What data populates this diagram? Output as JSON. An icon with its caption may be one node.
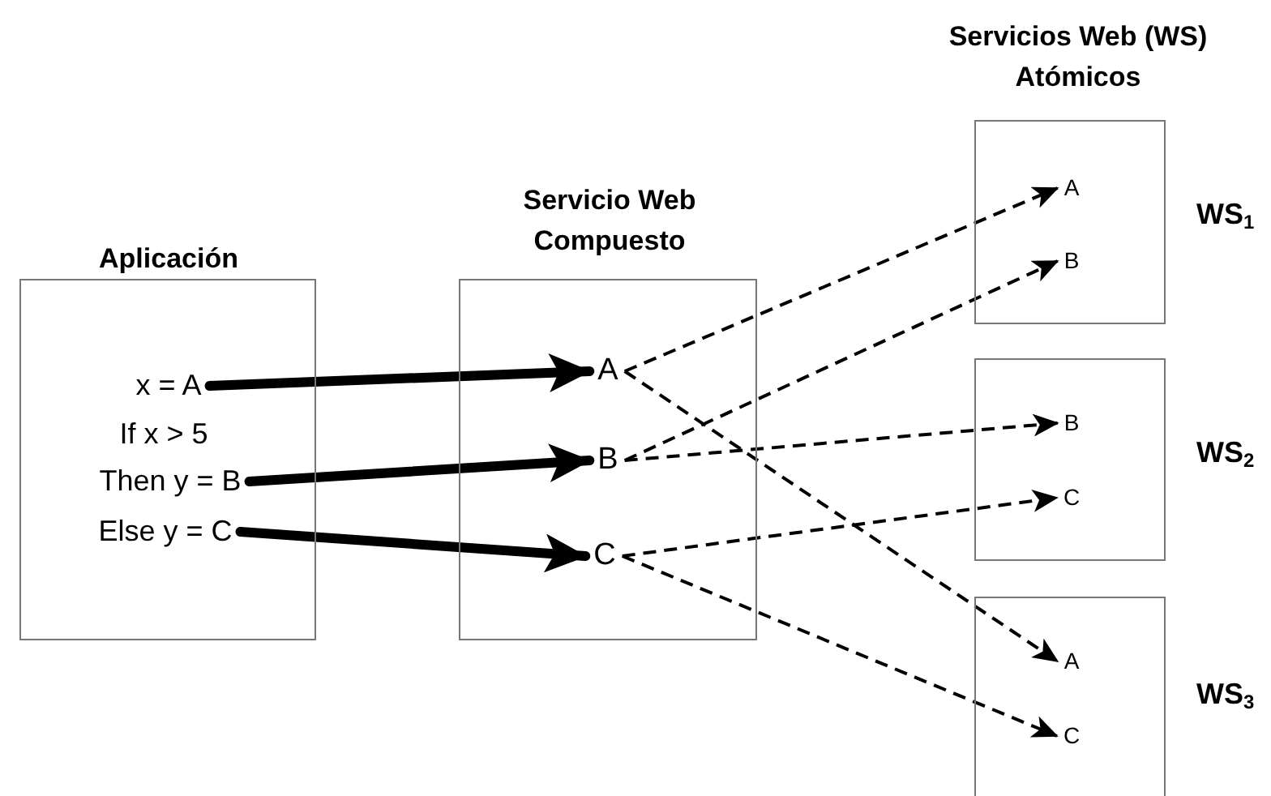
{
  "diagram": {
    "nodes": [
      {
        "text": [
          "Aplicación"
        ]
      },
      {
        "text": [
          "x = A"
        ],
        "in": 0
      },
      {
        "text": [
          "Then y = B"
        ],
        "in": 0
      },
      {
        "text": [
          "Else y = C"
        ],
        "in": 0
      },
      {
        "text": [
          "Servicio Web Compuesto"
        ]
      },
      {
        "text": [
          "A"
        ],
        "in": 4
      },
      {
        "text": [
          "B"
        ],
        "in": 4
      },
      {
        "text": [
          "C"
        ],
        "in": 4
      },
      {
        "text": [],
        "shape": "box",
        "beside": [
          "WS$_{1}$"
        ]
      },
      {
        "text": [
          "A"
        ],
        "in": 8
      },
      {
        "text": [
          "B"
        ],
        "in": 8
      },
      {
        "text": [],
        "shape": "box",
        "beside": [
          "WS$_{2}$"
        ]
      },
      {
        "text": [
          "B"
        ],
        "in": 11
      },
      {
        "text": [
          "C"
        ],
        "in": 11
      },
      {
        "text": [],
        "shape": "box",
        "beside": [
          "WS$_{3}$"
        ]
      },
      {
        "text": [
          "A"
        ],
        "in": 14
      },
      {
        "text": [
          "C"
        ],
        "in": 14
      }
    ],
    "edges": [
      {
        "from": 1,
        "to": 5,
        "arrow": "to",
        "style": "thick"
      },
      {
        "from": 2,
        "to": 6,
        "arrow": "to",
        "style": "thick"
      },
      {
        "from": 3,
        "to": 7,
        "arrow": "to",
        "style": "thick"
      },
      {
        "from": 5,
        "to": 9,
        "arrow": "to",
        "style": "dashed"
      },
      {
        "from": 5,
        "to": 15,
        "arrow": "to",
        "style": "dashed"
      },
      {
        "from": 6,
        "to": 10,
        "arrow": "to",
        "style": "dashed"
      },
      {
        "from": 6,
        "to": 12,
        "arrow": "to",
        "style": "dashed"
      },
      {
        "from": 7,
        "to": 13,
        "arrow": "to",
        "style": "dashed"
      },
      {
        "from": 7,
        "to": 16,
        "arrow": "to",
        "style": "dashed"
      }
    ],
    "labels": [
      "Servicios Web (WS) Atómicos",
      "If x > 5"
    ]
  }
}
